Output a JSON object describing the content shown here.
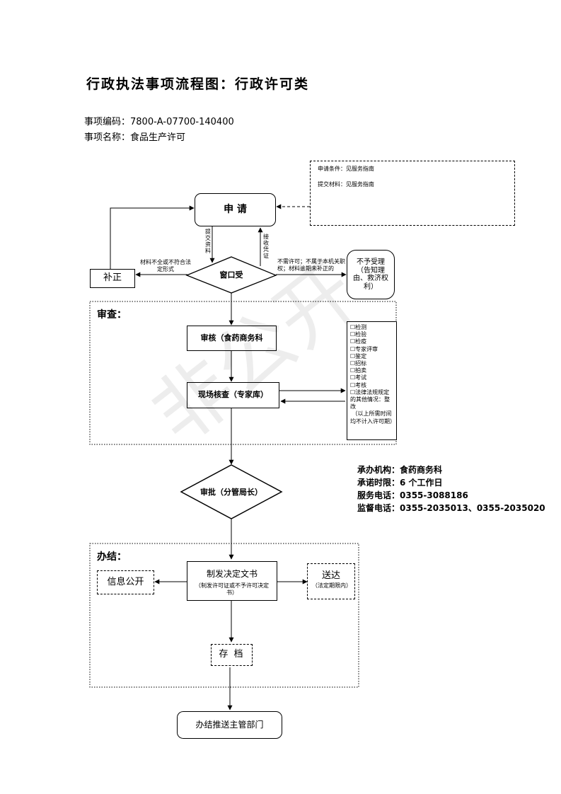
{
  "header": {
    "title": "行政执法事项流程图：行政许可类",
    "code_line": "事项编码：7800-A-07700-140400",
    "name_line": "事项名称：食品生产许可"
  },
  "notes": {
    "condition": "申请条件：见服务指南",
    "materials": "提交材料：见服务指南"
  },
  "nodes": {
    "apply": "申 请",
    "window": "窗口受",
    "supplement": "补正",
    "reject_title": "不予受理（告知理由、救济权利）",
    "review": "审核（食药商务科",
    "site_check": "现场核查（专家库）",
    "approve": "审批（分管局长）",
    "decision": "制发决定文书",
    "decision_note": "（制发许可证或不予许可决定书）",
    "disclose": "信息公开",
    "deliver": "送达",
    "deliver_note": "（法定期限内）",
    "archive": "存 档",
    "push": "办结推送主管部门"
  },
  "edges": {
    "submit": "提交资料",
    "receipt": "接收凭证",
    "incomplete": "材料不全或不符合法定形式",
    "reject_reason": "不需许可；不属于本机关职权；材料逾期未补正的"
  },
  "sections": {
    "review": "审查：",
    "finish": "办结："
  },
  "checklist": [
    "☐检测",
    "☐检验",
    "☐检疫",
    "☐专家评审",
    "☐鉴定",
    "☐招标",
    "☐拍卖",
    "☐考试",
    "☐考核",
    "☐法律法规规定的其他情况：整改",
    "（以上所需时间均不计入许可期）"
  ],
  "info": {
    "agency": "承办机构：食药商务科",
    "time_limit": "承诺时限：6 个工作日",
    "service_phone": "服务电话：0355-3088186",
    "supervise_phone": "监督电话：0355-2035013、0355-2035020"
  },
  "watermark": "非公开"
}
